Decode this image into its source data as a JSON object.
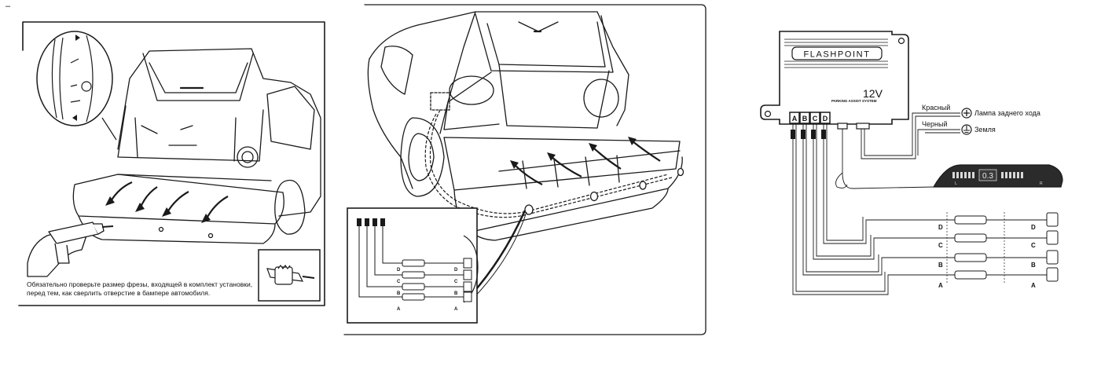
{
  "corner_mark": "–",
  "panel1": {
    "note_line1": "Обязательно проверьте размер фрезы, входящей в комплект установки,",
    "note_line2": "перед тем, как сверлить отверстие в бампере автомобиля."
  },
  "panel2": {
    "inset_letters_left": [
      "D",
      "C",
      "B",
      "A"
    ],
    "inset_letters_right": [
      "D",
      "C",
      "B",
      "A"
    ]
  },
  "panel3": {
    "brand": "FLASHPOINT",
    "voltage": "12V",
    "subtitle": "PARKING ASSIST SYSTEM",
    "ports": [
      "A",
      "B",
      "C",
      "D"
    ],
    "wire_red": "Красный",
    "wire_black": "Черный",
    "reverse_lamp": "Лампа заднего хода",
    "ground": "Земля",
    "display_value": "0.3",
    "display_left": "L",
    "display_right": "R",
    "sensor_letters_left": [
      "D",
      "C",
      "B",
      "A"
    ],
    "sensor_letters_right": [
      "D",
      "C",
      "B",
      "A"
    ],
    "colors": {
      "line": "#1a1a1a",
      "panel_bg": "#ffffff",
      "display_dark": "#2b2b2b",
      "led": "#d8d8d8"
    }
  }
}
